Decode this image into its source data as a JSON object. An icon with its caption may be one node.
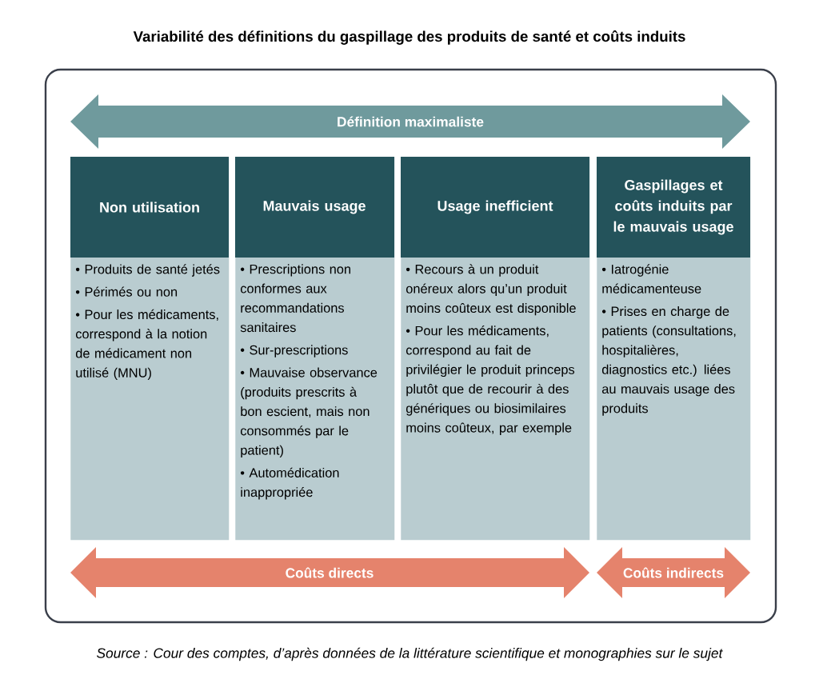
{
  "diagram": {
    "title": "Variabilité des définitions du gaspillage des produits de santé et coûts induits",
    "caption": "Source : Cour des comptes, d’après données de la littérature scientifique et monographies sur le sujet",
    "nodes": [
      {
        "text": [
          "Non utilisation",
          "• Produits de santé jetés",
          "• Périmés ou non",
          "• Pour les médicaments, correspond à la notion de médicament non utilisé (MNU)"
        ]
      },
      {
        "text": [
          "Mauvais usage",
          "• Prescriptions non conformes aux recommandations sanitaires",
          "• Sur-prescriptions",
          "• Mauvaise observance (produits prescrits à bon escient, mais non consommés par le patient)",
          "• Automédication inappropriée"
        ]
      },
      {
        "text": [
          "Usage inefficient",
          "• Recours à un produit onéreux alors qu’un produit moins coûteux est disponible",
          "• Pour les médicaments, correspond au fait de privilégier le produit princeps plutôt que de recourir à des génériques ou biosimilaires moins coûteux, par exemple"
        ]
      },
      {
        "text": [
          "Gaspillages et coûts induits par le mauvais usage",
          "• Iatrogénie médicamenteuse",
          "• Prises en charge de patients (consultations, hospitalières, diagnostics etc.) liées au mauvais usage des produits"
        ]
      }
    ],
    "labels": [
      "Définition maximaliste",
      "Coûts directs",
      "Coûts indirects"
    ]
  }
}
